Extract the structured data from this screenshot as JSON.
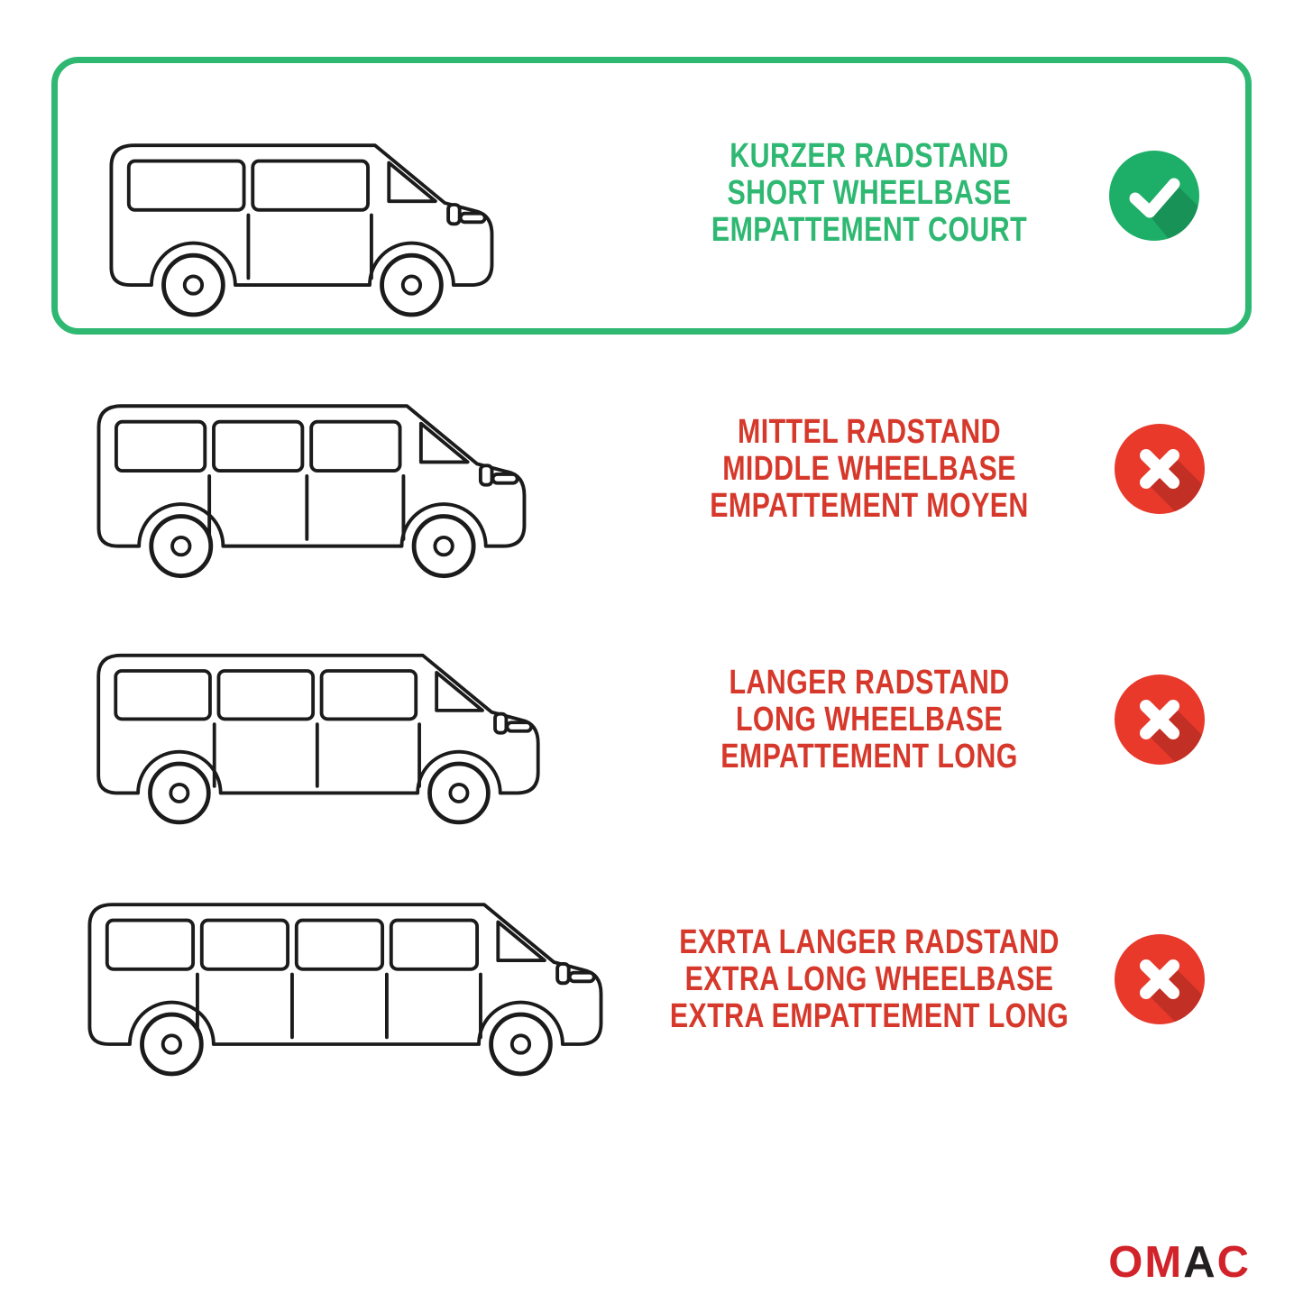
{
  "rows": [
    {
      "id": "short-wheelbase",
      "selected": true,
      "label_de": "KURZER RADSTAND",
      "label_en": "SHORT WHEELBASE",
      "label_fr": "EMPATTEMENT COURT",
      "status": "check"
    },
    {
      "id": "middle-wheelbase",
      "selected": false,
      "label_de": "MITTEL RADSTAND",
      "label_en": "MIDDLE WHEELBASE",
      "label_fr": "EMPATTEMENT MOYEN",
      "status": "cross"
    },
    {
      "id": "long-wheelbase",
      "selected": false,
      "label_de": "LANGER RADSTAND",
      "label_en": "LONG WHEELBASE",
      "label_fr": "EMPATTEMENT LONG",
      "status": "cross"
    },
    {
      "id": "extra-long-wheelbase",
      "selected": false,
      "label_de": "EXRTA LANGER RADSTAND",
      "label_en": "EXTRA LONG WHEELBASE",
      "label_fr": "EXTRA EMPATTEMENT LONG",
      "status": "cross"
    }
  ],
  "brand": {
    "name": "OMAC",
    "letters": [
      {
        "ch": "O",
        "color": "#d2232a"
      },
      {
        "ch": "M",
        "color": "#d2232a"
      },
      {
        "ch": "A",
        "color": "#231f20"
      },
      {
        "ch": "C",
        "color": "#d2232a"
      }
    ]
  },
  "colors": {
    "background": "#ffffff",
    "accent_green": "#2eb872",
    "accent_red": "#d6382b",
    "selected_border": "#2eb872",
    "check_circle": "#1daf68",
    "cross_circle": "#e8392b",
    "icon_glyph": "#ffffff",
    "van_line": "#1b1b1b"
  },
  "icons": {
    "selected": "check-icon",
    "rejected": "cross-icon"
  }
}
